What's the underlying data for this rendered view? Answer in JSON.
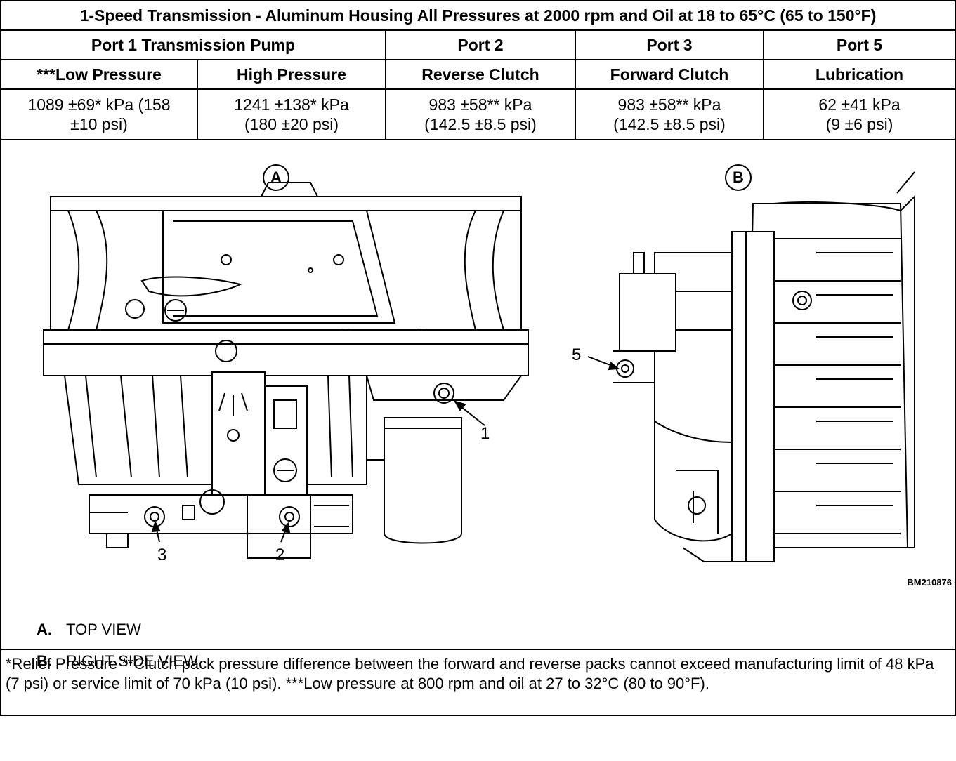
{
  "table": {
    "title": "1-Speed Transmission - Aluminum Housing All Pressures at 2000 rpm and Oil at 18 to 65°C (65 to 150°F)",
    "ports": {
      "port1": "Port 1 Transmission Pump",
      "port2": "Port 2",
      "port3": "Port 3",
      "port5": "Port 5"
    },
    "functions": {
      "low": "***Low Pressure",
      "high": "High Pressure",
      "reverse": "Reverse Clutch",
      "forward": "Forward Clutch",
      "lube": "Lubrication"
    },
    "values": {
      "low_a": "1089 ±69* kPa  (158",
      "low_b": "±10 psi)",
      "high_a": "1241 ±138* kPa",
      "high_b": "(180 ±20 psi)",
      "reverse_a": "983 ±58** kPa",
      "reverse_b": "(142.5 ±8.5 psi)",
      "forward_a": "983 ±58** kPa",
      "forward_b": "(142.5 ±8.5 psi)",
      "lube_a": "62 ±41 kPa",
      "lube_b": "(9 ±6 psi)"
    }
  },
  "figure": {
    "view_a_tag": "A",
    "view_b_tag": "B",
    "callouts": {
      "c1": "1",
      "c2": "2",
      "c3": "3",
      "c5": "5"
    },
    "code": "BM210876",
    "legend": [
      {
        "key": "A.",
        "text": "TOP VIEW"
      },
      {
        "key": "B.",
        "text": "RIGHT SIDE VIEW"
      }
    ]
  },
  "note": "*Relief Pressure **Clutch pack pressure difference between the forward and reverse packs cannot exceed manufacturing limit of 48 kPa (7 psi) or service limit of 70 kPa (10 psi). ***Low pressure at 800 rpm and oil at 27 to 32°C (80 to 90°F)."
}
